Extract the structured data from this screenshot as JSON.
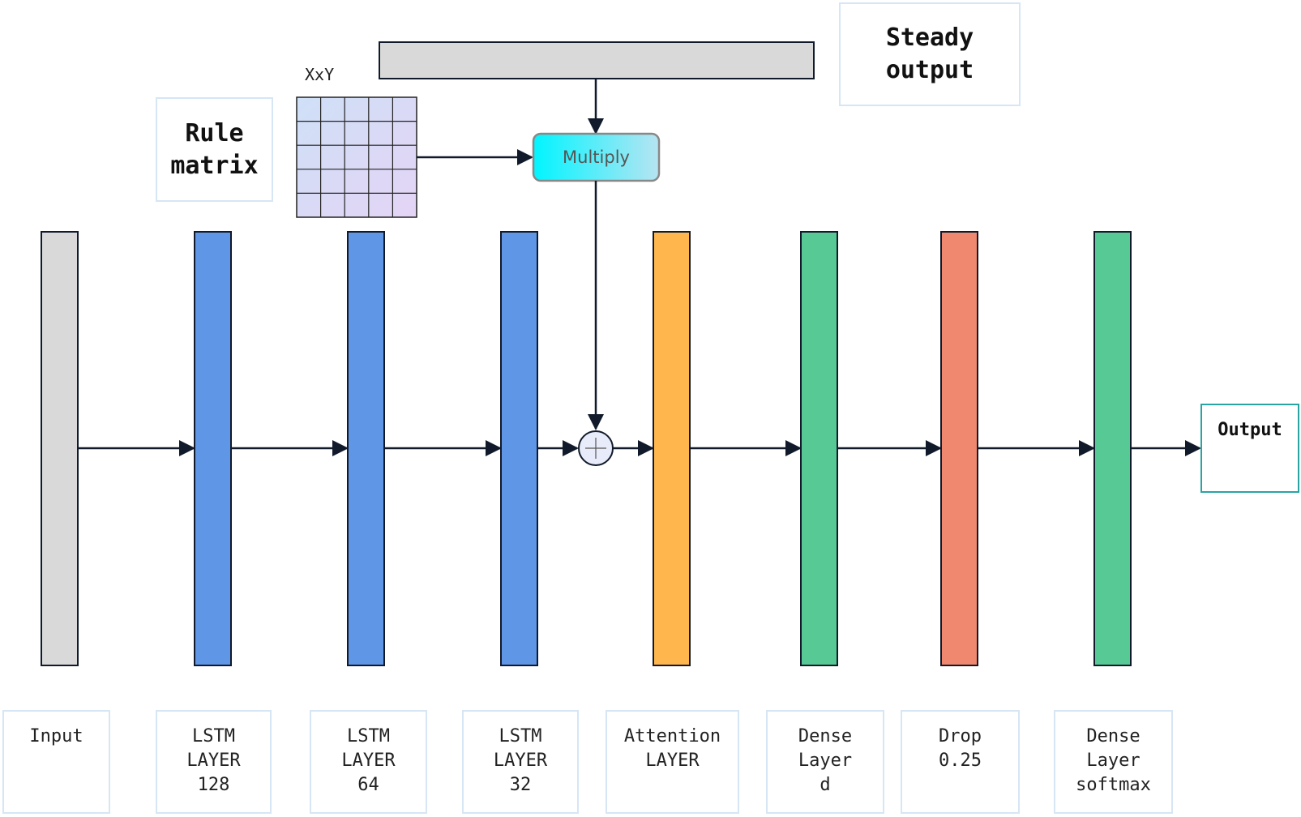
{
  "steady_output": [
    "Steady",
    "output"
  ],
  "rule_matrix": [
    "Rule",
    "matrix"
  ],
  "matrix_dims_label": "XxY",
  "multiply_label": "Multiply",
  "output_label": "Output",
  "layers": [
    {
      "lines": [
        "Input"
      ],
      "color": "#d9d9d9"
    },
    {
      "lines": [
        "LSTM",
        "LAYER",
        "128"
      ],
      "color": "#6096e6"
    },
    {
      "lines": [
        "LSTM",
        "LAYER",
        "64"
      ],
      "color": "#6096e6"
    },
    {
      "lines": [
        "LSTM",
        "LAYER",
        "32"
      ],
      "color": "#6096e6"
    },
    {
      "lines": [
        "Attention",
        "LAYER"
      ],
      "color": "#ffb74d"
    },
    {
      "lines": [
        "Dense",
        "Layer",
        "d"
      ],
      "color": "#57c995"
    },
    {
      "lines": [
        "Drop",
        "0.25"
      ],
      "color": "#f08870"
    },
    {
      "lines": [
        "Dense",
        "Layer",
        "softmax"
      ],
      "color": "#57c995"
    }
  ],
  "colors": {
    "line": "#111a2b",
    "multiply_gradient_start": "#00f5ff",
    "multiply_gradient_end": "#b7e4f2",
    "steady_bar": "#d9d9d9",
    "sum_node": "#e8ecfa"
  }
}
